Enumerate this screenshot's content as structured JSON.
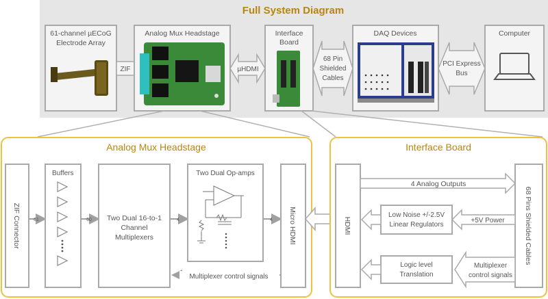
{
  "top": {
    "title": "Full System Diagram",
    "blocks": {
      "ecog": [
        "61-channel µECoG",
        "Electrode Array"
      ],
      "mux": "Analog Mux Headstage",
      "iface": [
        "Interface",
        "Board"
      ],
      "daq": "DAQ Devices",
      "computer": "Computer"
    },
    "links": {
      "zif": "ZIF",
      "uhdmi": "µHDMI",
      "cables": [
        "68 Pin",
        "Shielded",
        "Cables"
      ],
      "pci": [
        "PCI Express",
        "Bus"
      ]
    }
  },
  "headstage": {
    "title": "Analog Mux Headstage",
    "zif": "ZIF Connector",
    "buffers": "Buffers",
    "mux": [
      "Two Dual 16-to-1",
      "Channel",
      "Multiplexers"
    ],
    "opamps": "Two Dual Op-amps",
    "micro_hdmi": "Micro HDMI",
    "n61": "61",
    "n60": "60",
    "n4a": "4",
    "n4b": "4",
    "control": "Multiplexer control signals"
  },
  "interface": {
    "title": "Interface Board",
    "hdmi": "HDMI",
    "outputs": "4 Analog Outputs",
    "regulators": [
      "Low Noise +/-2.5V",
      "Linear Regulators"
    ],
    "power": "+5V Power",
    "logic": [
      "Logic level",
      "Translation"
    ],
    "control": [
      "Multiplexer",
      "control signals"
    ],
    "cables": "68 Pins Shielded Cables"
  },
  "colors": {
    "title": "#b8860b",
    "accent_border": "#f0c040",
    "box": "#a9a9a9",
    "top_bg": "#e6e6e6"
  }
}
